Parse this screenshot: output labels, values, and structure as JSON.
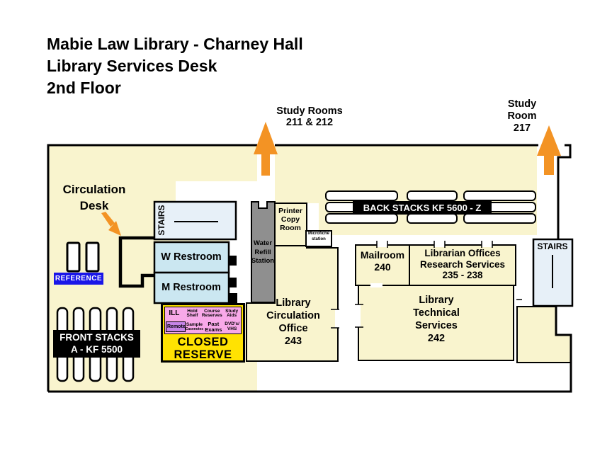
{
  "title": {
    "line1": "Mabie Law Library - Charney Hall",
    "line2": "Library Services Desk",
    "line3": "2nd Floor"
  },
  "exits": {
    "study_rooms": {
      "line1": "Study Rooms",
      "line2": "211 & 212"
    },
    "study_room_217": {
      "line1": "Study",
      "line2": "Room",
      "line3": "217"
    }
  },
  "annotations": {
    "circulation_desk": {
      "line1": "Circulation",
      "line2": "Desk"
    },
    "reference": "REFERENCE",
    "front_stacks": {
      "line1": "FRONT STACKS",
      "line2": "A - KF 5500"
    },
    "back_stacks": "BACK STACKS KF 5600 - Z"
  },
  "rooms": {
    "stairs_left": "STAIRS",
    "stairs_right": "STAIRS",
    "w_restroom": "W Restroom",
    "m_restroom": "M Restroom",
    "water_refill": {
      "line1": "Water",
      "line2": "Refill",
      "line3": "Station"
    },
    "printer_copy": {
      "line1": "Printer",
      "line2": "Copy",
      "line3": "Room"
    },
    "microfiche": {
      "line1": "Microfiche",
      "line2": "station"
    },
    "mailroom": {
      "line1": "Mailroom",
      "line2": "240"
    },
    "librarian_offices": {
      "line1": "Librarian Offices",
      "line2": "Research Services",
      "line3": "235 - 238"
    },
    "tech_services": {
      "line1": "Library",
      "line2": "Technical",
      "line3": "Services",
      "line4": "242"
    },
    "circulation_office": {
      "line1": "Library",
      "line2": "Circulation",
      "line3": "Office",
      "line4": "243"
    }
  },
  "closed_reserve": {
    "title": {
      "line1": "CLOSED",
      "line2": "RESERVE"
    },
    "items": {
      "ill": "ILL",
      "hold_shelf": {
        "line1": "Hold",
        "line2": "Shelf"
      },
      "course_reserves": {
        "line1": "Course",
        "line2": "Reserves"
      },
      "study_aids": {
        "line1": "Study",
        "line2": "Aids"
      },
      "remote": "Remote",
      "sample_casenotes": {
        "line1": "Sample",
        "line2": "Casenotes"
      },
      "past_exams": {
        "line1": "Past",
        "line2": "Exams"
      },
      "dvds_vhs": {
        "line1": "DVD's/",
        "line2": "VHS"
      }
    }
  },
  "colors": {
    "floor_yellow": "#F9F4CE",
    "reserve_yellow": "#FFE202",
    "reserve_pink": "#F8A9E9",
    "remote_purple": "#C685E8",
    "reference_blue": "#1A16E8",
    "restroom_blue": "#CBE7F1",
    "stairs_blue": "#E7F0F8",
    "water_gray": "#8F8F8F",
    "arrow_orange": "#F39324",
    "wall_black": "#000000",
    "label_white": "#FFFFFF"
  }
}
